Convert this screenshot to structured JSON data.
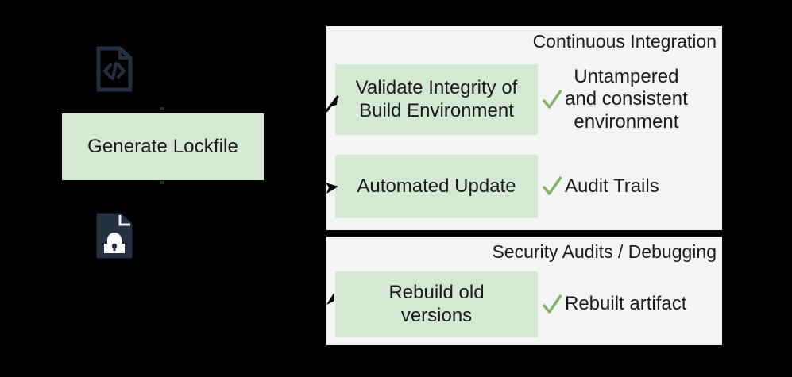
{
  "diagram": {
    "background_color": "#000000",
    "panel_bg_color": "#f3f4f3",
    "box_fill_color": "#d5e8d4",
    "check_color": "#82b366",
    "icon_color": "#23303f",
    "text_color": "#1b1b1b"
  },
  "left": {
    "code_file_icon": "code-file-icon",
    "lock_file_icon": "lock-file-icon",
    "lockfile_box_label": "Generate Lockfile"
  },
  "panels": [
    {
      "id": "continuous-integration",
      "title": "Continuous Integration",
      "rows": [
        {
          "task": "Validate Integrity of\nBuild Environment",
          "check": "check-icon",
          "outcome": "Untampered\nand consistent\nenvironment",
          "arrow": "arrowhead-up-right"
        },
        {
          "task": "Automated Update",
          "check": "check-icon",
          "outcome": "Audit Trails",
          "arrow": "arrowhead-right"
        }
      ]
    },
    {
      "id": "security-audits-debugging",
      "title": "Security Audits / Debugging",
      "rows": [
        {
          "task": "Rebuild old\nversions",
          "check": "check-icon",
          "outcome": "Rebuilt artifact",
          "arrow": "arrowhead-up-right"
        }
      ]
    }
  ]
}
